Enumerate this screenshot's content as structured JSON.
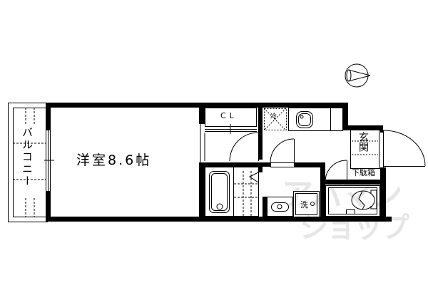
{
  "floor_plan": {
    "rooms": {
      "main_room": "洋室8.6帖",
      "balcony": "バルコニー",
      "closet": "CL",
      "refrigerator": "冷",
      "washer": "洗",
      "entrance": "玄関",
      "shoe_box": "下駄箱"
    },
    "watermark": {
      "line1": "アパマン",
      "line2": "ショップ"
    },
    "compass": "north-arrow"
  }
}
